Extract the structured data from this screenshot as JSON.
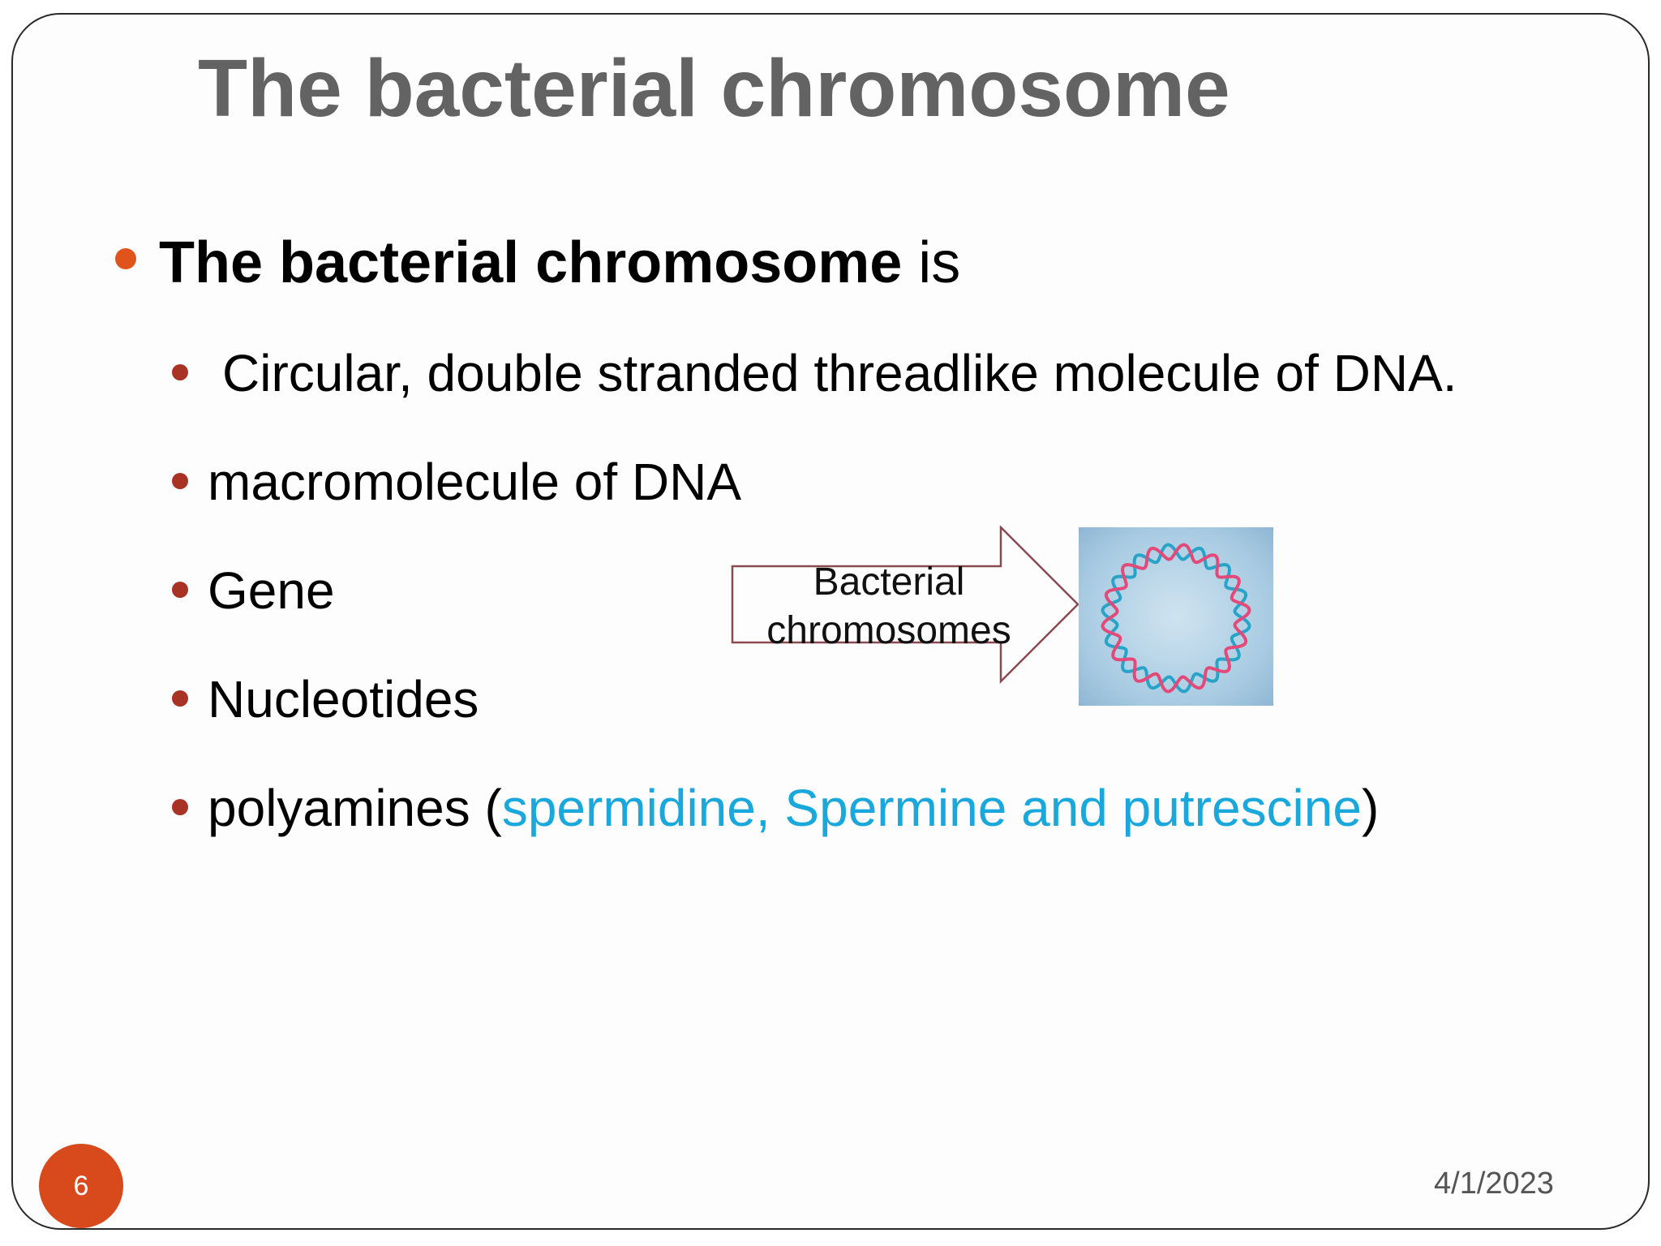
{
  "slide": {
    "title": "The bacterial chromosome",
    "main_bullet": {
      "bold": "The bacterial chromosome",
      "rest": " is"
    },
    "sub_bullets": [
      {
        "text": "Circular, double stranded threadlike molecule of DNA."
      },
      {
        "text": "macromolecule of DNA"
      },
      {
        "text": "Gene"
      },
      {
        "text": "Nucleotides"
      },
      {
        "prefix": "polyamines (",
        "highlight": "spermidine, Spermine and putrescine",
        "suffix": ")"
      }
    ],
    "callout": {
      "line1": "Bacterial",
      "line2": "chromosomes"
    },
    "page_number": "6",
    "date": "4/1/2023"
  },
  "colors": {
    "title": "#636363",
    "main_bullet": "#e0541c",
    "sub_bullet": "#a83224",
    "highlight": "#19a7dc",
    "page_badge": "#d84a1c",
    "arrow_stroke": "#8a4a52"
  },
  "icons": {
    "image": "circular-dna-image",
    "callout_shape": "right-arrow-shape"
  }
}
